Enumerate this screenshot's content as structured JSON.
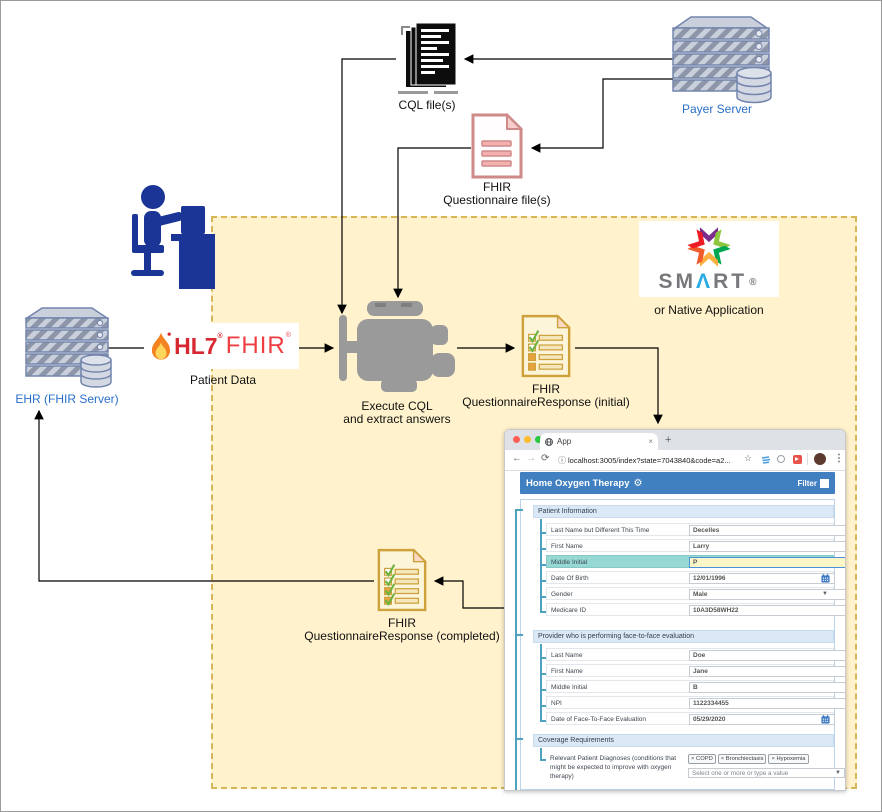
{
  "diagram": {
    "cql": {
      "label": "CQL file(s)"
    },
    "payer": {
      "label": "Payer Server"
    },
    "questionnaire": {
      "label_line1": "FHIR",
      "label_line2": "Questionnaire file(s)"
    },
    "smart": {
      "word_start": "SM",
      "caret": "Λ",
      "word_end": "RT",
      "reg": "®",
      "caption": "or Native Application"
    },
    "ehr": {
      "label": "EHR (FHIR Server)"
    },
    "hl7": {
      "hl7": "HL7",
      "fhir": "FHIR",
      "reg": "®",
      "caption": "Patient Data"
    },
    "engine": {
      "label_line1": "Execute CQL",
      "label_line2": "and extract answers"
    },
    "qr_initial": {
      "label_line1": "FHIR",
      "label_line2": "QuestionnaireResponse (initial)"
    },
    "qr_completed": {
      "label_line1": "FHIR",
      "label_line2": "QuestionnaireResponse (completed)"
    }
  },
  "browser": {
    "tab_title": "App",
    "url": "localhost:3005/index?state=7043840&code=a2...",
    "header": {
      "title": "Home Oxygen Therapy",
      "filter_label": "Filter"
    },
    "form": {
      "sections": [
        {
          "title": "Patient Information",
          "rows": [
            {
              "label": "Last Name but Different This Time",
              "value": "Decelles",
              "type": "text"
            },
            {
              "label": "First Name",
              "value": "Larry",
              "type": "text"
            },
            {
              "label": "Middle Initial",
              "value": "P",
              "type": "text",
              "highlighted": true
            },
            {
              "label": "Date Of Birth",
              "value": "12/01/1996",
              "type": "date"
            },
            {
              "label": "Gender",
              "value": "Male",
              "type": "select"
            },
            {
              "label": "Medicare ID",
              "value": "10A3D58WH22",
              "type": "text"
            }
          ]
        },
        {
          "title": "Provider who is performing face-to-face evaluation",
          "rows": [
            {
              "label": "Last Name",
              "value": "Doe",
              "type": "text"
            },
            {
              "label": "First Name",
              "value": "Jane",
              "type": "text"
            },
            {
              "label": "Middle Initial",
              "value": "B",
              "type": "text"
            },
            {
              "label": "NPI",
              "value": "1122334455",
              "type": "text"
            },
            {
              "label": "Date of Face-To-Face Evaluation",
              "value": "05/29/2020",
              "type": "date"
            }
          ]
        },
        {
          "title": "Coverage Requirements",
          "rows": [
            {
              "label": "Relevant Patient Diagnoses (conditions that might be expected to improve with oxygen therapy)",
              "type": "multiselect",
              "tags": [
                "COPD",
                "Bronchiectasis",
                "Hypoxemia"
              ],
              "placeholder": "Select one or more or type a value"
            }
          ]
        }
      ]
    }
  },
  "icons": {
    "back": "←",
    "forward": "→",
    "refresh": "⟳",
    "info": "ⓘ",
    "star": "☆",
    "menu": "⋮",
    "gear": "⚙",
    "close_tab": "×",
    "new_tab": "+",
    "caret_down": "▼",
    "tag_remove": "×"
  },
  "colors": {
    "panel_fill": "#fff2cc",
    "panel_border": "#d6b656",
    "form_header": "#4080c0",
    "highlight_row": "#96d9d4",
    "highlight_input": "#fbf6c8",
    "label_blue": "#2a6fc9",
    "hl7_red": "#d7282f",
    "person_navy": "#1a3596"
  }
}
